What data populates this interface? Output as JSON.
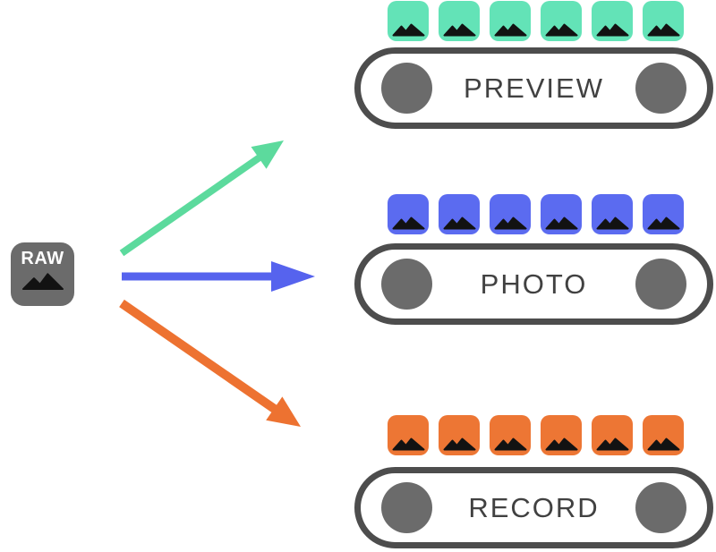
{
  "source": {
    "label": "RAW",
    "icon": "image-icon",
    "badge_color": "#6B6B6B"
  },
  "pipelines": [
    {
      "name": "preview",
      "label": "PREVIEW",
      "frame_count": 6,
      "frame_color": "#63E3B7",
      "arrow_color": "#5CDA9D"
    },
    {
      "name": "photo",
      "label": "PHOTO",
      "frame_count": 6,
      "frame_color": "#5B6BF0",
      "arrow_color": "#5663EE"
    },
    {
      "name": "record",
      "label": "RECORD",
      "frame_count": 6,
      "frame_color": "#ED7634",
      "arrow_color": "#ED7231"
    }
  ],
  "colors": {
    "background": "#FFFFFF",
    "badge_gray": "#6B6B6B",
    "capsule_stroke": "#4D4D4D",
    "roller_gray": "#6B6B6B",
    "label_text": "#414141",
    "glyph_dark": "#121212"
  }
}
